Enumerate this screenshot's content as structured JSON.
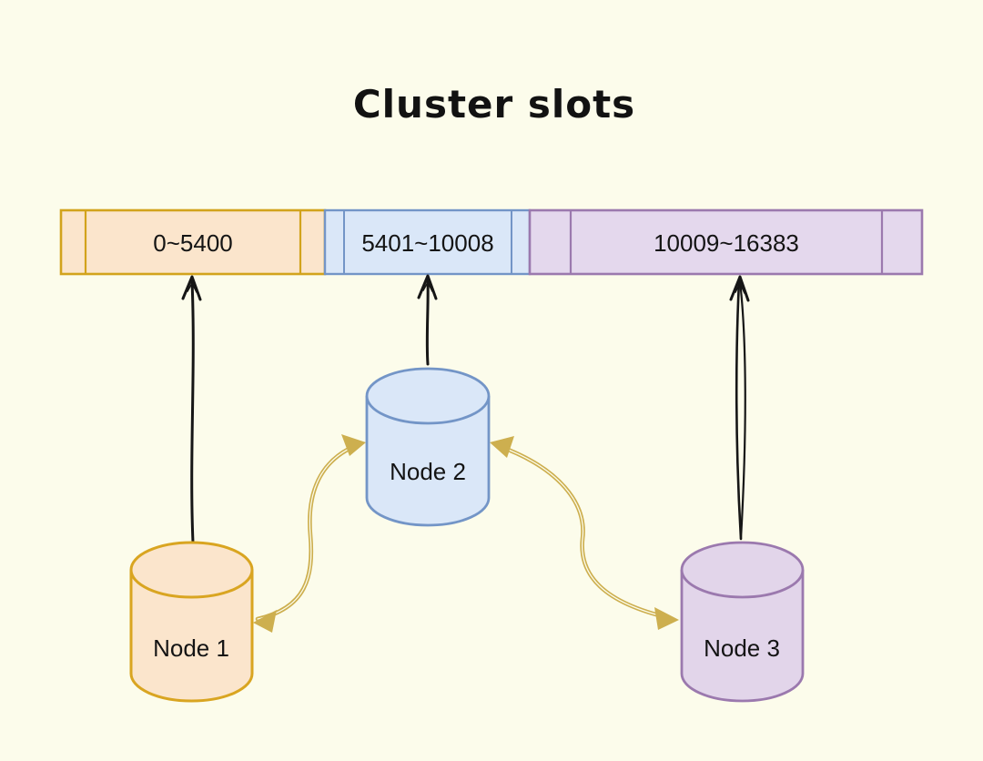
{
  "title": "Cluster slots",
  "colors": {
    "background": "#FCFCEB",
    "text": "#141414",
    "black_arrow": "#161616",
    "gold_arrow": "#CDAF4F",
    "orange_fill": "#FBE5CC",
    "orange_border": "#D2A31C",
    "blue_fill": "#DAE7F8",
    "blue_border": "#7395C7",
    "purple_fill": "#E4D8ED",
    "purple_border": "#9B79AE"
  },
  "slot_bar": {
    "segments": [
      {
        "id": "slots-node1",
        "label": "0~5400",
        "start": 0,
        "end": 5400,
        "fill": "#FBE5CC",
        "border": "#D2A31C"
      },
      {
        "id": "slots-node2",
        "label": "5401~10008",
        "start": 5401,
        "end": 10008,
        "fill": "#DAE7F8",
        "border": "#7395C7"
      },
      {
        "id": "slots-node3",
        "label": "10009~16383",
        "start": 10009,
        "end": 16383,
        "fill": "#E4D8ED",
        "border": "#9B79AE"
      }
    ]
  },
  "nodes": [
    {
      "id": "node-1",
      "label": "Node 1",
      "fill": "#FBE5CC",
      "border": "#D9A521"
    },
    {
      "id": "node-2",
      "label": "Node 2",
      "fill": "#DAE7F8",
      "border": "#7395C7"
    },
    {
      "id": "node-3",
      "label": "Node 3",
      "fill": "#E2D5EA",
      "border": "#9B79AE"
    }
  ],
  "connections": [
    {
      "from": "node-1",
      "to": "slots-node1",
      "style": "straight-black-arrow"
    },
    {
      "from": "node-2",
      "to": "slots-node2",
      "style": "straight-black-arrow"
    },
    {
      "from": "node-3",
      "to": "slots-node3",
      "style": "straight-black-arrow"
    },
    {
      "from": "node-1",
      "to": "node-2",
      "style": "curved-gold-bidirectional"
    },
    {
      "from": "node-2",
      "to": "node-3",
      "style": "curved-gold-bidirectional"
    }
  ]
}
